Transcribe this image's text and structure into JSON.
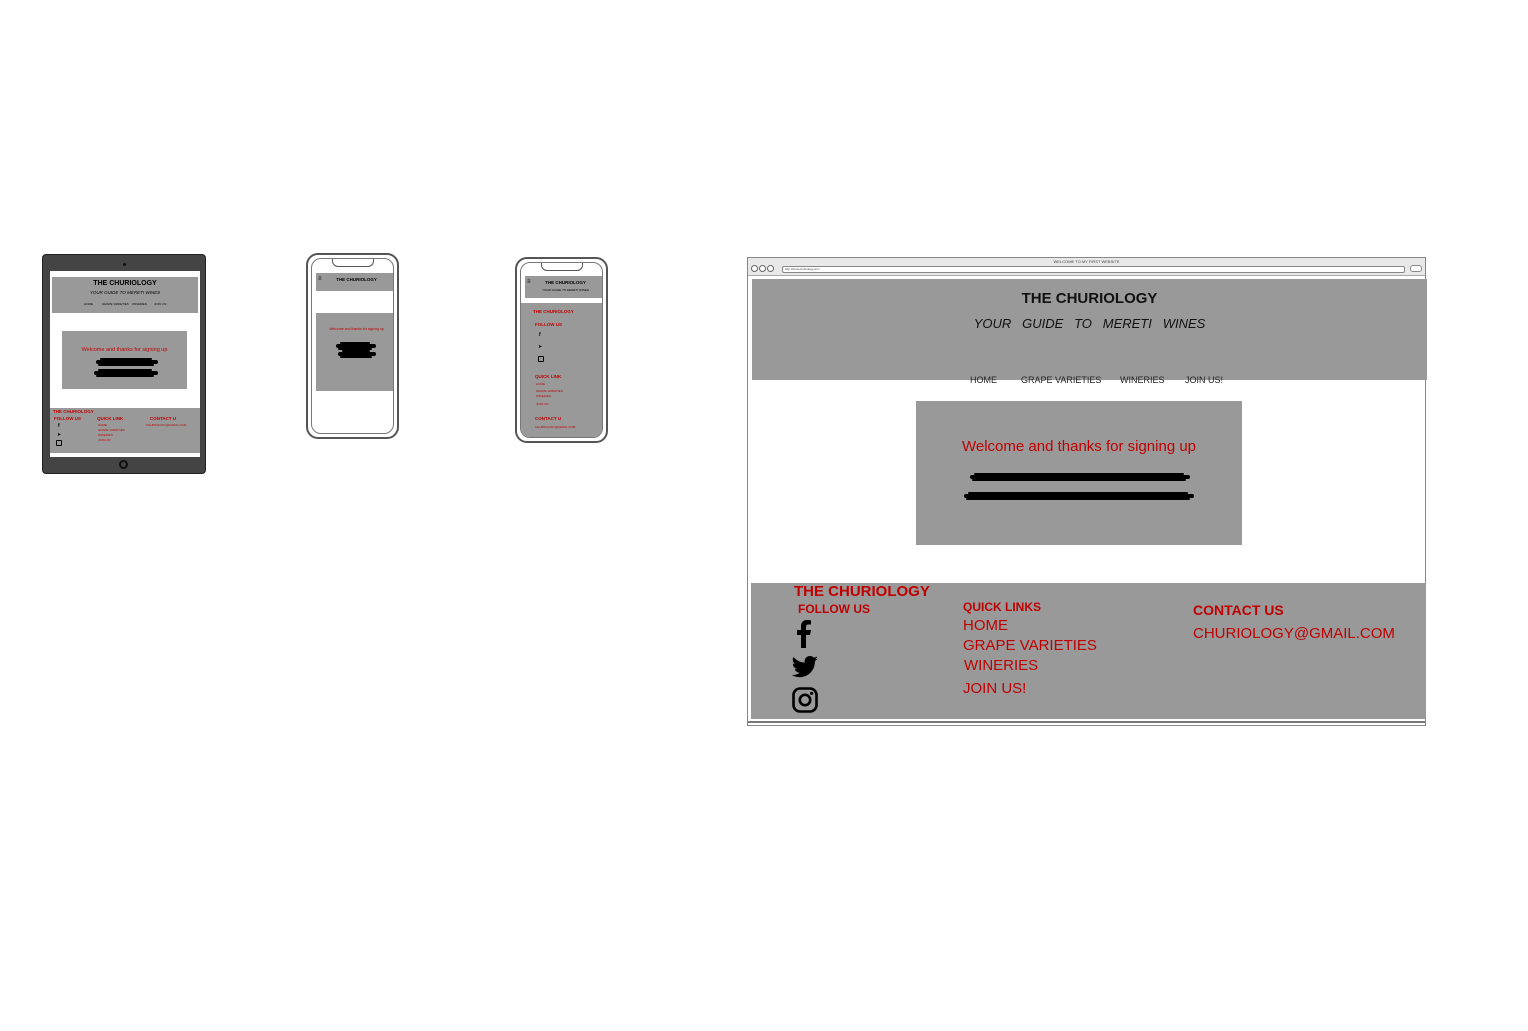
{
  "site": {
    "title": "THE CHURIOLOGY",
    "tagline": "YOUR   GUIDE   TO   MERETI   WINES",
    "nav": [
      "HOME",
      "GRAPE VARIETIES",
      "WINERIES",
      "JOIN US!"
    ]
  },
  "message": {
    "heading": "Welcome and thanks for signing up"
  },
  "footer": {
    "brand": "THE CHURIOLOGY",
    "follow_us": "FOLLOW US",
    "quick_links": "QUICK LINKS",
    "quick_link_short": "QUICK LINK",
    "links": [
      "HOME",
      "GRAPE VARIETIES",
      "WINERIES",
      "JOIN US!"
    ],
    "contact_us": "CONTACT US",
    "contact_short": "CONTACT U",
    "email": "CHURIOLOGY@GMAIL.COM",
    "icons": [
      "facebook-icon",
      "twitter-icon",
      "instagram-icon"
    ]
  },
  "browser": {
    "tab_title": "WELCOME TO MY FIRST WEBSITE",
    "address": "http://www.churiology.com"
  },
  "colors": {
    "panel": "#999999",
    "accent": "#c00000"
  }
}
